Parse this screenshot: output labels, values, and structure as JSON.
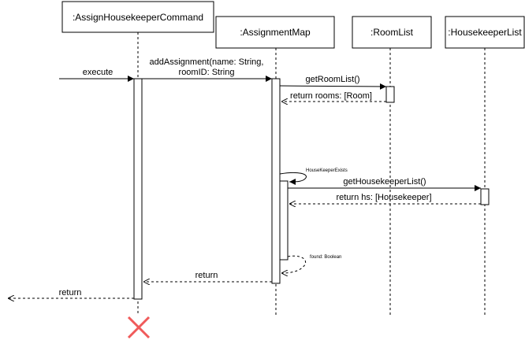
{
  "participants": {
    "command": ":AssignHousekeeperCommand",
    "assignment_map": ":AssignmentMap",
    "room_list": ":RoomList",
    "housekeeper_list": ":HousekeeperList"
  },
  "messages": {
    "execute": "execute",
    "add_assignment_line1": "addAssignment(name: String,",
    "add_assignment_line2": "roomID: String",
    "get_room_list": "getRoomList()",
    "return_rooms": "return rooms: [Room]",
    "housekeeper_exists": "HouseKeeperExists",
    "get_housekeeper_list": "getHousekeeperList()",
    "return_hs": "return hs: [Housekeeper]",
    "found_boolean": "found: Boolean",
    "return_to_command": "return",
    "return_to_caller": "return"
  },
  "colors": {
    "line": "#000000",
    "destroy": "#f05a5a"
  }
}
